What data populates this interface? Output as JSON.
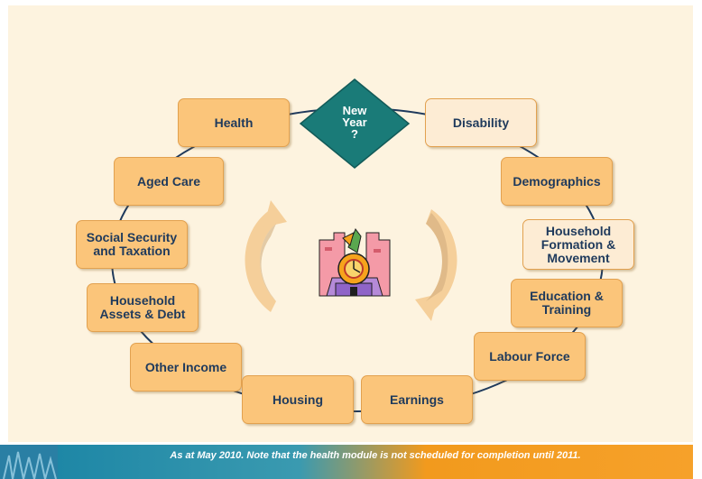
{
  "center_node": {
    "lines": [
      "New",
      "Year",
      "?"
    ]
  },
  "modules": [
    {
      "id": "health",
      "label": "Health",
      "style": "orange"
    },
    {
      "id": "disability",
      "label": "Disability",
      "style": "light"
    },
    {
      "id": "aged-care",
      "label": "Aged Care",
      "style": "orange"
    },
    {
      "id": "demographics",
      "label": "Demographics",
      "style": "orange"
    },
    {
      "id": "social-security",
      "label": "Social Security and Taxation",
      "style": "orange"
    },
    {
      "id": "household-formation",
      "label": "Household Formation & Movement",
      "style": "light"
    },
    {
      "id": "household-assets",
      "label": "Household Assets & Debt",
      "style": "orange"
    },
    {
      "id": "education",
      "label": "Education & Training",
      "style": "orange"
    },
    {
      "id": "other-income",
      "label": "Other Income",
      "style": "orange"
    },
    {
      "id": "labour-force",
      "label": "Labour Force",
      "style": "orange"
    },
    {
      "id": "housing",
      "label": "Housing",
      "style": "orange"
    },
    {
      "id": "earnings",
      "label": "Earnings",
      "style": "orange"
    }
  ],
  "footer": {
    "note": "As at May 2010. Note that the health module is not scheduled for completion until 2011."
  },
  "colors": {
    "node_fill": "#fbc57a",
    "node_fill_light": "#fdecd4",
    "node_border": "#e2a14f",
    "text": "#1f3a5c",
    "diamond": "#1a7b78",
    "ring": "#1f3a5c",
    "background": "#fdf3df"
  }
}
